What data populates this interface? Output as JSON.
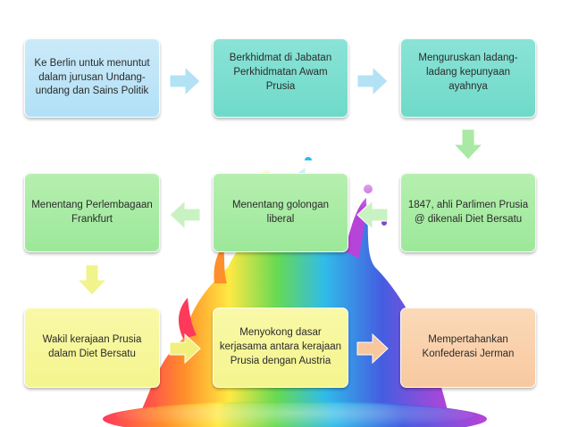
{
  "nodes": [
    {
      "id": "ke-berlin",
      "text": "Ke Berlin untuk menuntut dalam jurusan Undang-undang dan Sains Politik"
    },
    {
      "id": "berkhidmat",
      "text": "Berkhidmat di Jabatan Perkhidmatan Awam Prusia"
    },
    {
      "id": "menguruskan",
      "text": "Menguruskan ladang-ladang kepunyaan ayahnya"
    },
    {
      "id": "ahli-parlimen",
      "text": "1847, ahli Parlimen Prusia @ dikenali Diet Bersatu"
    },
    {
      "id": "menentang-liberal",
      "text": "Menentang golongan liberal"
    },
    {
      "id": "menentang-frankfurt",
      "text": "Menentang Perlembagaan Frankfurt"
    },
    {
      "id": "wakil",
      "text": "Wakil kerajaan Prusia dalam Diet Bersatu"
    },
    {
      "id": "menyokong",
      "text": "Menyokong dasar kerjasama antara kerajaan Prusia dengan Austria"
    },
    {
      "id": "mempertahankan",
      "text": "Mempertahankan Konfederasi Jerman"
    }
  ],
  "colors": {
    "row1_left": "#b2e0f6",
    "row1_mid": "#6fdac9",
    "row1_right": "#6fdac9",
    "row2": "#9ce89a",
    "row3_left_mid": "#f4f58e",
    "row3_right": "#f8c9a0"
  }
}
